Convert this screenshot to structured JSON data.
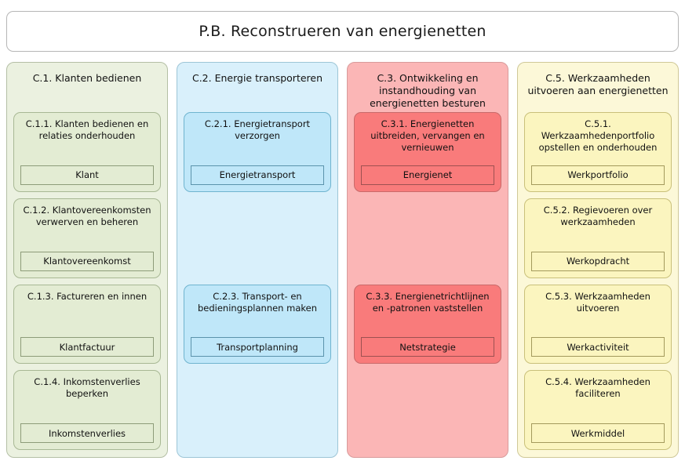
{
  "header": {
    "title": "P.B. Reconstrueren van energienetten"
  },
  "colors": {
    "green_bg": "#ebf1e0",
    "green_card": "#e3ecd3",
    "blue_bg": "#d9f0fb",
    "blue_card": "#bfe7f9",
    "red_bg": "#fbb6b6",
    "red_card": "#f97b7b",
    "yellow_bg": "#fcf8d8",
    "yellow_card": "#fbf5bf",
    "outline": "#b6b6b6",
    "text": "#111111"
  },
  "columns": [
    {
      "id": "C.1",
      "theme": "green",
      "header": "C.1. Klanten bedienen",
      "cards": [
        {
          "title": "C.1.1. Klanten bedienen en relaties onderhouden",
          "object": "Klant",
          "height": 92
        },
        {
          "title": "C.1.2. Klantovereenkomsten verwerven en beheren",
          "object": "Klantovereenkomst",
          "height": 92
        },
        {
          "title": "C.1.3. Factureren en innen",
          "object": "Klantfactuur",
          "height": 92
        },
        {
          "title": "C.1.4. Inkomstenverlies beperken",
          "object": "Inkomstenverlies",
          "height": 92
        }
      ]
    },
    {
      "id": "C.2",
      "theme": "blue",
      "header": "C.2. Energie transporteren",
      "cards": [
        {
          "title": "C.2.1. Energietransport verzorgen",
          "object": "Energietransport",
          "height": 92
        },
        {
          "title": "C.2.3. Transport- en bedieningsplannen maken",
          "object": "Transportplanning",
          "height": 92
        }
      ]
    },
    {
      "id": "C.3",
      "theme": "red",
      "header": "C.3. Ontwikkeling en instandhouding van energienetten besturen",
      "cards": [
        {
          "title": "C.3.1. Energienetten uitbreiden, vervangen en vernieuwen",
          "object": "Energienet",
          "height": 100
        },
        {
          "title": "C.3.3. Energienetrichtlijnen en -patronen vaststellen",
          "object": "Netstrategie",
          "height": 92
        }
      ]
    },
    {
      "id": "C.5",
      "theme": "yellow",
      "header": "C.5. Werkzaamheden uitvoeren aan energienetten",
      "cards": [
        {
          "title": "C.5.1. Werkzaamhedenportfolio opstellen en onderhouden",
          "object": "Werkportfolio",
          "height": 92
        },
        {
          "title": "C.5.2. Regievoeren over werkzaamheden",
          "object": "Werkopdracht",
          "height": 92
        },
        {
          "title": "C.5.3. Werkzaamheden uitvoeren",
          "object": "Werkactiviteit",
          "height": 92
        },
        {
          "title": "C.5.4. Werkzaamheden faciliteren",
          "object": "Werkmiddel",
          "height": 92
        }
      ]
    }
  ]
}
